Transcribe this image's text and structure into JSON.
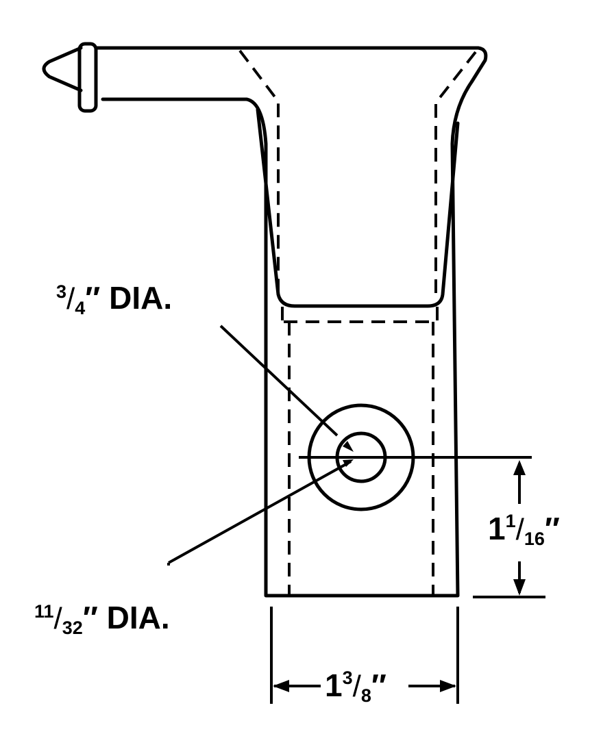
{
  "labels": {
    "outer_dia": {
      "num": "3",
      "den": "4",
      "unit": "″",
      "suffix": " DIA."
    },
    "inner_dia": {
      "num": "11",
      "den": "32",
      "unit": "″",
      "suffix": " DIA."
    },
    "height": {
      "whole": "1",
      "num": "1",
      "den": "16",
      "unit": "″"
    },
    "width": {
      "whole": "1",
      "num": "3",
      "den": "8",
      "unit": "″"
    }
  },
  "colors": {
    "line": "#000000",
    "background": "#ffffff"
  }
}
